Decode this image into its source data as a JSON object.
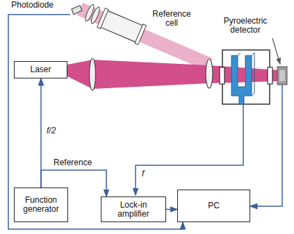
{
  "diagram": {
    "nodes": [
      {
        "text": [
          "Photodiode"
        ]
      },
      {
        "text": [
          "Pyroelectric detector"
        ]
      },
      {
        "text": [
          "Laser"
        ]
      },
      {
        "text": [
          "Function generator"
        ]
      },
      {
        "text": [
          "Lock-in amplifier"
        ]
      },
      {
        "text": [
          "PC"
        ]
      }
    ],
    "edges": [
      {
        "from": 3,
        "to": 2,
        "arrow": "to",
        "label": "f/2"
      },
      {
        "from": 3,
        "to": 4,
        "arrow": "to",
        "label": "Reference"
      },
      {
        "from": 4,
        "to": 5,
        "arrow": "to"
      },
      {
        "from": 0,
        "to": 5,
        "arrow": "to"
      },
      {
        "from": 1,
        "to": 5,
        "arrow": "to"
      }
    ],
    "labels": [
      "Reference cell",
      "f"
    ]
  }
}
